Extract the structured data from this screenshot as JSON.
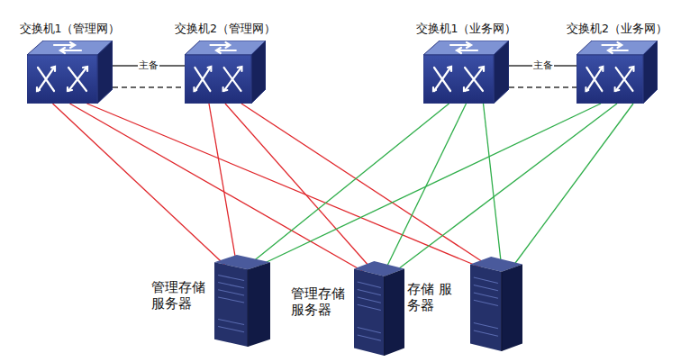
{
  "diagram": {
    "nodes": [
      {
        "text": [
          "交换机1（管理网）"
        ]
      },
      {
        "text": [
          "交换机2（管理网）"
        ]
      },
      {
        "text": [
          "交换机1（业务网）"
        ]
      },
      {
        "text": [
          "交换机2（业务网）"
        ]
      },
      {
        "text": [
          "管理存储 服务器"
        ]
      },
      {
        "text": [
          "管理存储 服务器"
        ]
      },
      {
        "text": [
          "存储 服务器"
        ]
      }
    ],
    "edges": [
      {
        "from": 0,
        "to": 1,
        "arrow": "none",
        "label": "主备"
      },
      {
        "from": 0,
        "to": 1,
        "arrow": "none"
      },
      {
        "from": 2,
        "to": 3,
        "arrow": "none",
        "label": "主备"
      },
      {
        "from": 2,
        "to": 3,
        "arrow": "none"
      },
      {
        "from": 0,
        "to": 4,
        "arrow": "none"
      },
      {
        "from": 0,
        "to": 5,
        "arrow": "none"
      },
      {
        "from": 0,
        "to": 6,
        "arrow": "none"
      },
      {
        "from": 1,
        "to": 4,
        "arrow": "none"
      },
      {
        "from": 1,
        "to": 5,
        "arrow": "none"
      },
      {
        "from": 1,
        "to": 6,
        "arrow": "none"
      },
      {
        "from": 2,
        "to": 4,
        "arrow": "none"
      },
      {
        "from": 2,
        "to": 5,
        "arrow": "none"
      },
      {
        "from": 2,
        "to": 6,
        "arrow": "none"
      },
      {
        "from": 3,
        "to": 4,
        "arrow": "none"
      },
      {
        "from": 3,
        "to": 5,
        "arrow": "none"
      },
      {
        "from": 3,
        "to": 6,
        "arrow": "none"
      }
    ]
  }
}
